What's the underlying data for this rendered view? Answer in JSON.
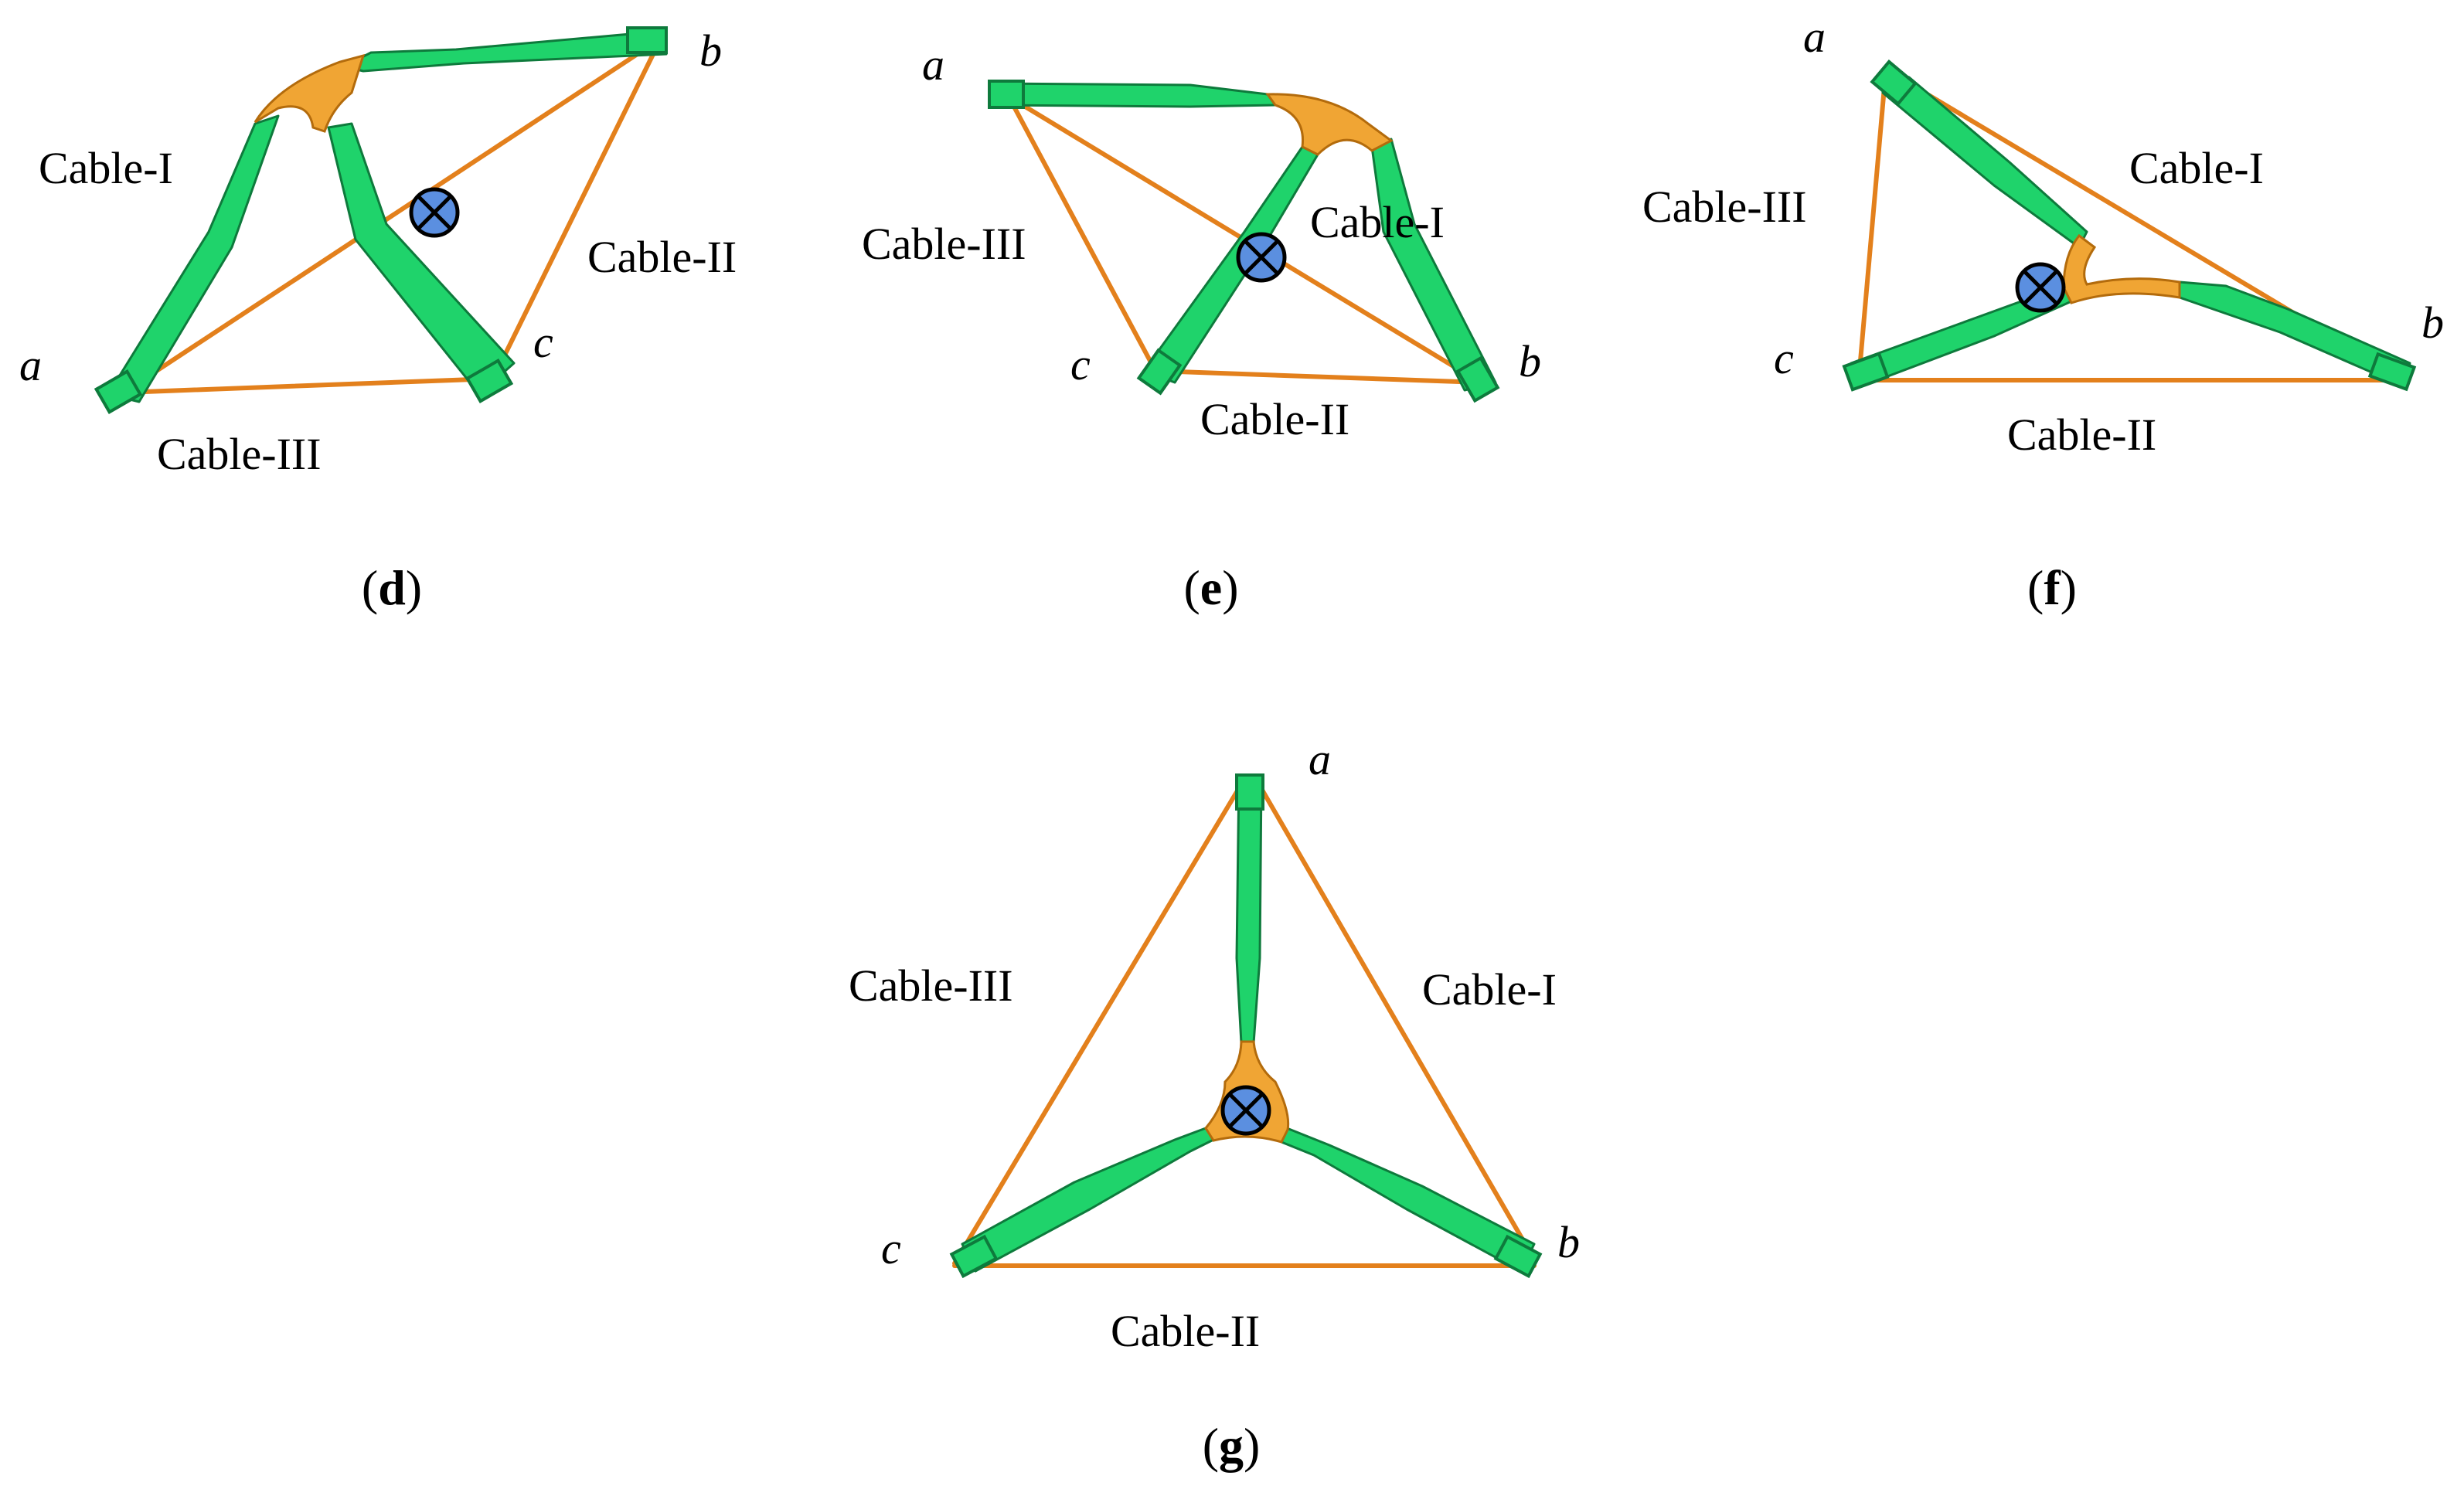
{
  "colors": {
    "arm": "#1fd36b",
    "arm_stroke": "#0e7a3c",
    "cable": "#e3801c",
    "joint": "#f0a534",
    "joint_stroke": "#b36b0c",
    "center": "#5b8fe0",
    "center_stroke": "#000000"
  },
  "icons": {
    "center_marker": "circled-times-icon"
  },
  "panels": {
    "d": {
      "caption": {
        "open": "(",
        "letter": "d",
        "close": ")"
      },
      "vertices": {
        "a": "a",
        "b": "b",
        "c": "c"
      },
      "cables": {
        "I": "Cable-I",
        "II": "Cable-II",
        "III": "Cable-III"
      }
    },
    "e": {
      "caption": {
        "open": "(",
        "letter": "e",
        "close": ")"
      },
      "vertices": {
        "a": "a",
        "b": "b",
        "c": "c"
      },
      "cables": {
        "I": "Cable-I",
        "II": "Cable-II",
        "III": "Cable-III"
      }
    },
    "f": {
      "caption": {
        "open": "(",
        "letter": "f",
        "close": ")"
      },
      "vertices": {
        "a": "a",
        "b": "b",
        "c": "c"
      },
      "cables": {
        "I": "Cable-I",
        "II": "Cable-II",
        "III": "Cable-III"
      }
    },
    "g": {
      "caption": {
        "open": "(",
        "letter": "g",
        "close": ")"
      },
      "vertices": {
        "a": "a",
        "b": "b",
        "c": "c"
      },
      "cables": {
        "I": "Cable-I",
        "II": "Cable-II",
        "III": "Cable-III"
      }
    }
  }
}
